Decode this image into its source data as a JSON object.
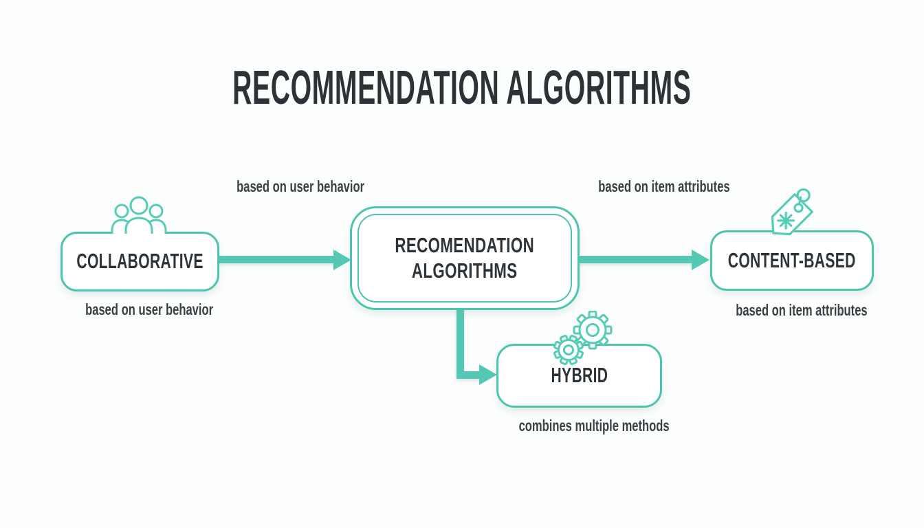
{
  "title": "RECOMMENDATION ALGORITHMS",
  "colors": {
    "accent_teal": "#52C6B2",
    "border_teal": "#4CC5AF",
    "text_dark": "#2E3338",
    "background": "#FCFDFD"
  },
  "nodes": {
    "center": {
      "label_line1": "RECOMENDATION",
      "label_line2": "ALGORITHMS"
    },
    "collaborative": {
      "label": "COLLABORATIVE",
      "caption": "based on user behavior",
      "icon": "people-icon"
    },
    "content_based": {
      "label": "CONTENT-BASED",
      "caption": "based on item attributes",
      "icon": "tag-icon"
    },
    "hybrid": {
      "label": "HYBRID",
      "caption": "combines multiple methods",
      "icon": "gears-icon"
    }
  },
  "edge_labels": {
    "left": "based on user behavior",
    "right": "based on item attributes"
  }
}
